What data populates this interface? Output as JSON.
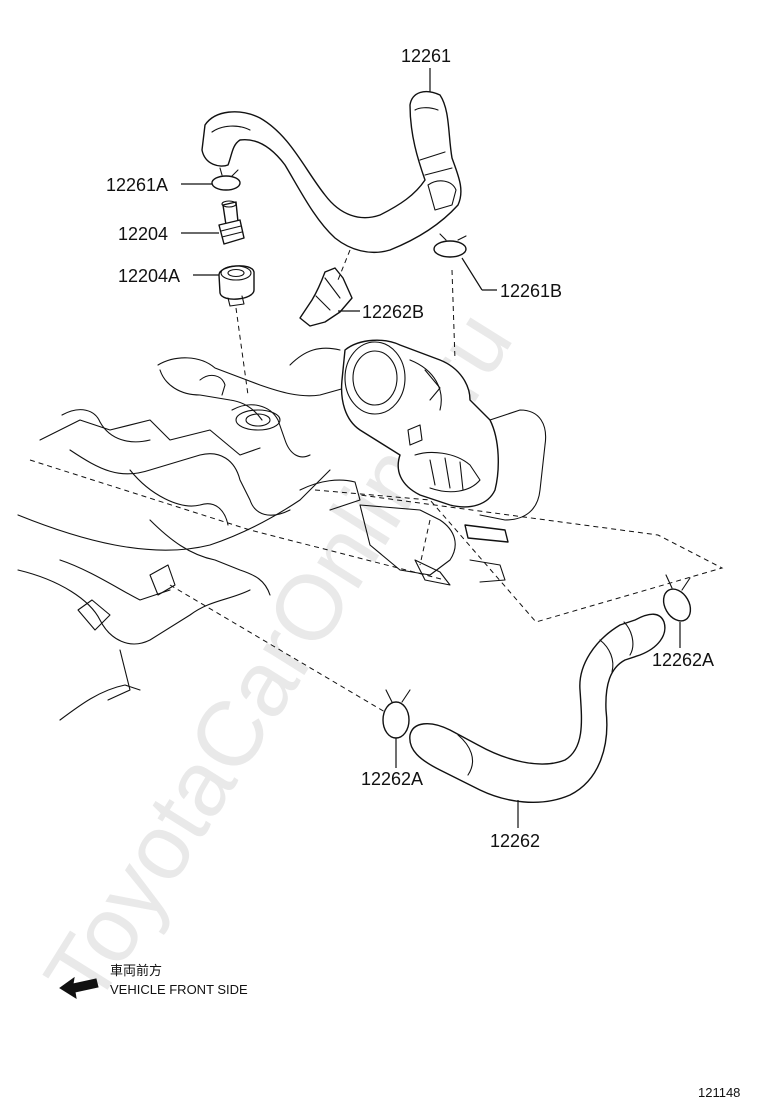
{
  "watermark": "ToyotaCarOnline.ru",
  "labels": {
    "p12261": "12261",
    "p12261A": "12261A",
    "p12204": "12204",
    "p12204A": "12204A",
    "p12262B": "12262B",
    "p12261B": "12261B",
    "p12262A_right": "12262A",
    "p12262A_left": "12262A",
    "p12262": "12262"
  },
  "legend": {
    "japanese": "車両前方",
    "english": "VEHICLE FRONT SIDE",
    "arrow_icon": "arrow-left-icon"
  },
  "diagram_id": "121148"
}
